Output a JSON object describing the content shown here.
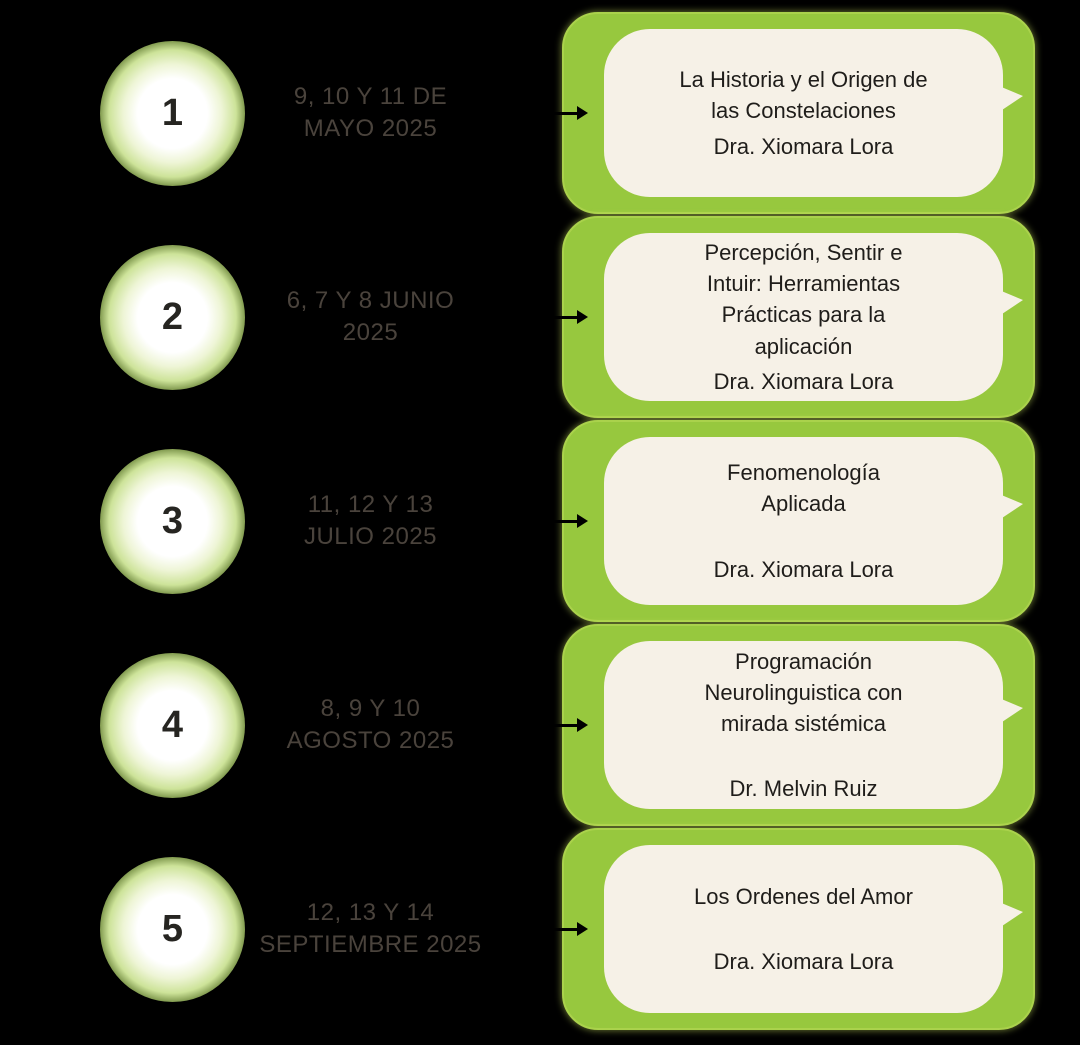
{
  "colors": {
    "background": "#000000",
    "card_green": "#97c83e",
    "bubble_cream": "#f6f1e7",
    "date_text": "#4a433c",
    "bubble_text": "#1f1d1a"
  },
  "rows": [
    {
      "number": "1",
      "date": "9, 10 Y 11 DE\nMAYO 2025",
      "title": "La Historia y el Origen de\nlas Constelaciones",
      "speaker": "Dra. Xiomara Lora"
    },
    {
      "number": "2",
      "date": "6, 7 Y 8 JUNIO\n2025",
      "title": "Percepción, Sentir e\nIntuir: Herramientas\nPrácticas para la\naplicación",
      "speaker": "Dra. Xiomara Lora"
    },
    {
      "number": "3",
      "date": "11, 12 Y 13\nJULIO 2025",
      "title": "Fenomenología\nAplicada",
      "speaker": "Dra. Xiomara Lora"
    },
    {
      "number": "4",
      "date": "8, 9 Y 10\nAGOSTO 2025",
      "title": "Programación\nNeurolinguistica con\nmirada sistémica",
      "speaker": "Dr. Melvin Ruiz"
    },
    {
      "number": "5",
      "date": "12, 13 Y 14\nSEPTIEMBRE 2025",
      "title": "Los Ordenes del Amor",
      "speaker": "Dra. Xiomara Lora"
    }
  ]
}
